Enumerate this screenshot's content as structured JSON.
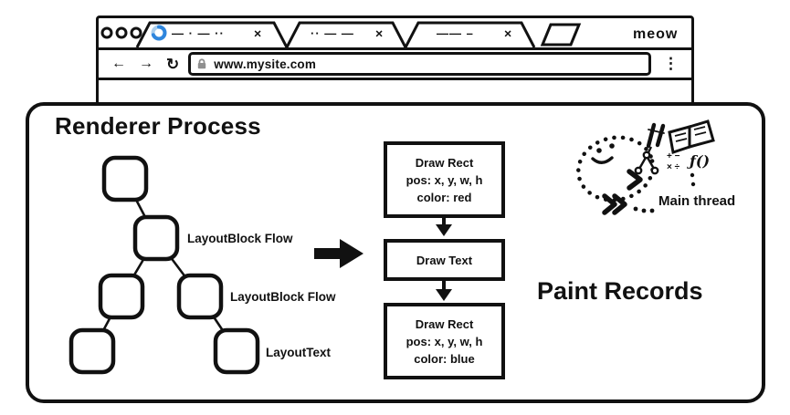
{
  "colors": {
    "ink": "#111111",
    "spinner_dark": "#2f86dd",
    "spinner_light": "#a9cdec",
    "lock_gray": "#8f8f8f"
  },
  "browser": {
    "brand": "meow",
    "tabs": [
      {
        "scribble": "— · — ··",
        "close": "×",
        "loading": true
      },
      {
        "scribble": "·· — —",
        "close": "×",
        "loading": false
      },
      {
        "scribble": "—— –",
        "close": "×",
        "loading": false
      }
    ],
    "nav": {
      "back": "←",
      "forward": "→",
      "refresh": "↻",
      "menu": "⋮"
    },
    "address": {
      "url": "www.mysite.com",
      "lock_icon": "padlock-icon"
    }
  },
  "renderer": {
    "title": "Renderer Process",
    "tree_labels": [
      "LayoutBlock Flow",
      "LayoutBlock Flow",
      "LayoutText"
    ],
    "paint_heading": "Paint Records",
    "paint_records": [
      {
        "line1": "Draw Rect",
        "line2": "pos: x, y, w, h",
        "line3": "color: red"
      },
      {
        "line1": "Draw Text"
      },
      {
        "line1": "Draw Rect",
        "line2": "pos: x, y, w, h",
        "line3": "color: blue"
      }
    ],
    "main_thread": {
      "label": "Main thread",
      "doodles": [
        "smiley-face",
        "pencils-icon",
        "open-book-icon",
        "tree-icon",
        "math-symbols",
        "function-icon",
        "chevrons"
      ]
    },
    "math_row1": "+ −",
    "math_row2": "× ÷",
    "function_glyph": "ƒ()"
  }
}
